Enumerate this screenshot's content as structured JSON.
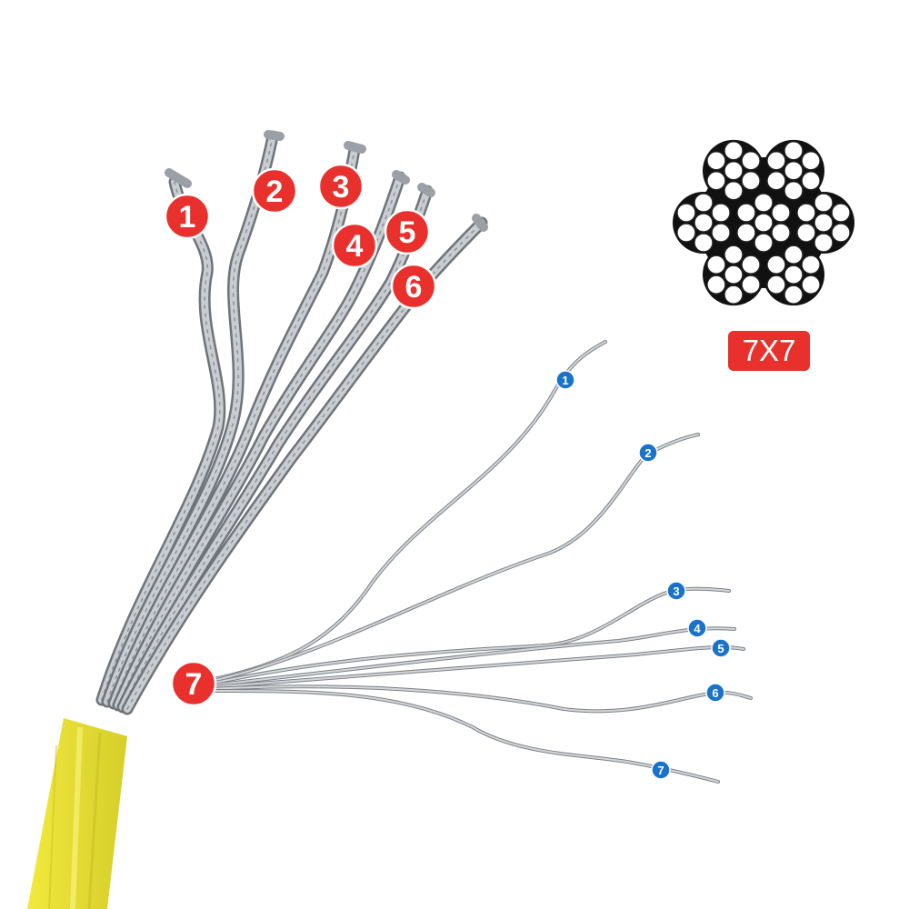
{
  "colors": {
    "red_badge": "#e8302d",
    "blue_badge": "#1a73c9",
    "yellow_sheath": "#e6de3a",
    "wire_dark": "#6f747a",
    "wire_light": "#c9ccd0",
    "section_black": "#111111"
  },
  "strand_labels": [
    "1",
    "2",
    "3",
    "4",
    "5",
    "6",
    "7"
  ],
  "wire_labels": [
    "1",
    "2",
    "3",
    "4",
    "5",
    "6",
    "7"
  ],
  "cross_section": {
    "label": "7X7",
    "icon": "wire-rope-cross-section-icon"
  }
}
